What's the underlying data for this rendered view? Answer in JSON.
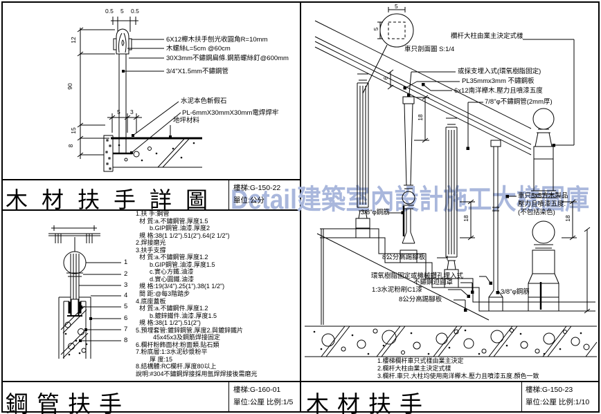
{
  "watermark": {
    "text": "Detail建築室內設計施工大樣圖庫",
    "color": "#a9b7dc"
  },
  "wood_detail": {
    "title": "木材扶手詳圖",
    "ref": "樓梯:G-150-22",
    "unit": "單位:公分",
    "callouts": [
      "6X12櫸木扶手刨光收圓角R=10mm",
      "木螺絲L=5cm @60cm",
      "30X3mm不鏽鋼扁條.鋼筋螺絲釘@600mm",
      "3/4\"X1.5mm不鏽鋼管",
      "水泥本色斬假石",
      "PL-6mmX30mmX30mm電焊焊牢",
      "地坪材料"
    ],
    "dims": {
      "top_left": "0.5",
      "top_mid": "5",
      "top_right": "0.5",
      "cap": "12",
      "height": "90",
      "embed": "15",
      "slab": "8",
      "base_a": "5",
      "base_b": "3"
    }
  },
  "pipe_rail": {
    "title": "鋼管扶手",
    "ref": "樓梯:G-160-01",
    "unit": "單位:公厘 比例:1/5",
    "callout_numbers": [
      "1",
      "2",
      "3",
      "4",
      "5",
      "6",
      "7",
      "8"
    ],
    "spec_lines": [
      "1.扶 手:鋼管",
      "  材 質:a.不鏽鋼管.厚度1.5",
      "        b.GIP鋼管.油漆.厚度2",
      "  規 格:38(1 1/2\").51(2\").64(2 1/2\")",
      "2.焊接磨光",
      "3.扶手支撐",
      "  材 質:a.不鏽鋼管.厚度1.2",
      "        b.GIP鋼管.油漆.厚度1.5",
      "        c.實心方鐵.油漆",
      "        d.實心圓鐵.油漆",
      "  規 格:19(3/4\").25(1\").38(1 1/2\")",
      "  間 距:@每3階踏步",
      "4.底座蓋板",
      "  材 質:a.不鏽鋼件.厚度1.2",
      "        b.鍍鋅鐵件.油漆.厚度1.5",
      "  規 格:38(1 1/2\").51(2\")",
      "5.預埋套管:鍍鋅鋼管.厚度2.與鍍鋅鐵片",
      "          45x45x3及鋼筋焊接固定",
      "6.欄杆粉飾面材:粉面類.貼石類",
      "7.粉底層:1:3水泥砂漿粉平",
      "        厚 度:15",
      "8.結構體:RC欄杆.厚度80以上",
      "說明:#304不鏽鋼焊接採用氬焊焊接後需磨光"
    ]
  },
  "wood_rail": {
    "title": "木材扶手",
    "ref": "樓梯:G-150-23",
    "unit": "單位:公厘 比例:1/10",
    "section_label": "車只剖面圖 S:1/4",
    "callouts": {
      "newel": "欄杆大柱由業主決定式樣",
      "embed": "或採支埋入式(環氧樹脂固定)",
      "plate": "PL35mmx3mm 不鏽鋼板",
      "wood": "6x12南洋櫸木.壓力且噴漆五度",
      "tube": "7/8\"φ不鏽鋼管(2mm厚)",
      "rebar_left": "3/8\"φ鋼筋",
      "kick_upper": "8公分高踢腳板",
      "epoxy": "環氧樹脂固定或機械鑽孔埋入式",
      "cover": "不鏽鋼迫圓罩",
      "plaster": "1:3水泥粉刷C1漆",
      "kick_lower": "8公分高踢腳板",
      "rebar_right": "3/8\"φ鋼筋",
      "baluster_1": "車只5x5方木製品",
      "baluster_2": "壓力且噴漆五度.",
      "baluster_3": "(不包括染色)"
    },
    "notes": [
      "1.樓梯欄杆車只式樣由業主決定",
      "2.欄杆大柱由業主決定式樣",
      "3.欄杆.車只.大柱均使用南洋櫸木.壓力且噴漆五度.顏色一致"
    ],
    "dims": {
      "square_w": "5",
      "square_h": "5",
      "rail_gap": "6",
      "mid": "18",
      "lower": "18",
      "newel": "18"
    }
  }
}
